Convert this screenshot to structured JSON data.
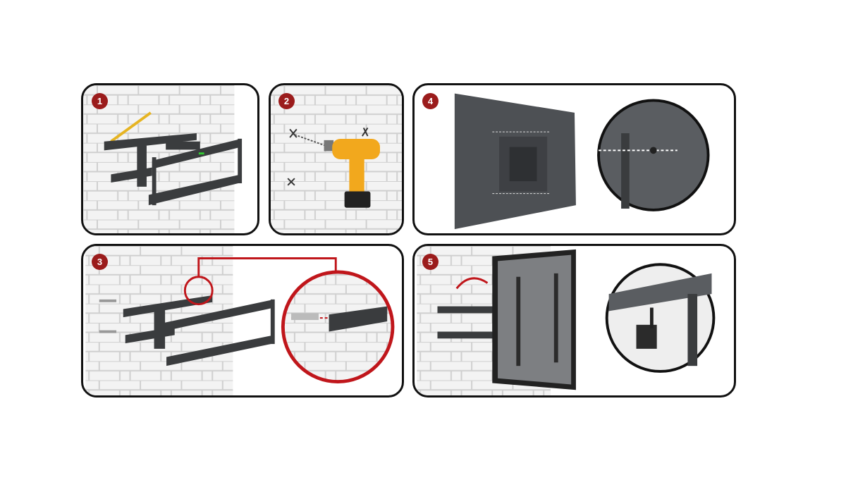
{
  "steps": [
    {
      "number": "1"
    },
    {
      "number": "2"
    },
    {
      "number": "3"
    },
    {
      "number": "4"
    },
    {
      "number": "5"
    }
  ],
  "colors": {
    "badge": "#9b1c1c",
    "border": "#111111",
    "highlight": "#c0161b",
    "drill": "#f2a81d",
    "mount": "#3a3c3e"
  }
}
